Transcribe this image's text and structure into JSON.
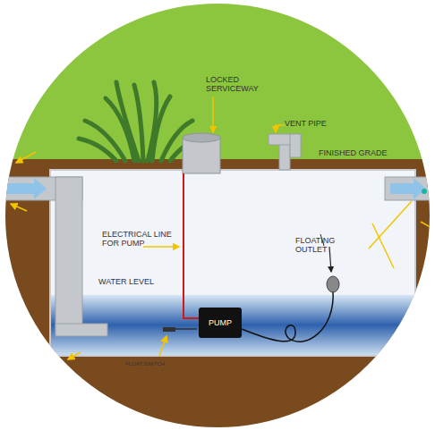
{
  "diagram": {
    "nodes": [
      {
        "text": [
          "PUMP"
        ]
      }
    ],
    "labels": [
      "LOCKED SERVICEWAY",
      "VENT PIPE",
      "FINISHED GRADE",
      "ELECTRICAL LINE FOR PUMP",
      "FLOATING OUTLET",
      "WATER LEVEL",
      "FLOAT SWITCH"
    ]
  }
}
